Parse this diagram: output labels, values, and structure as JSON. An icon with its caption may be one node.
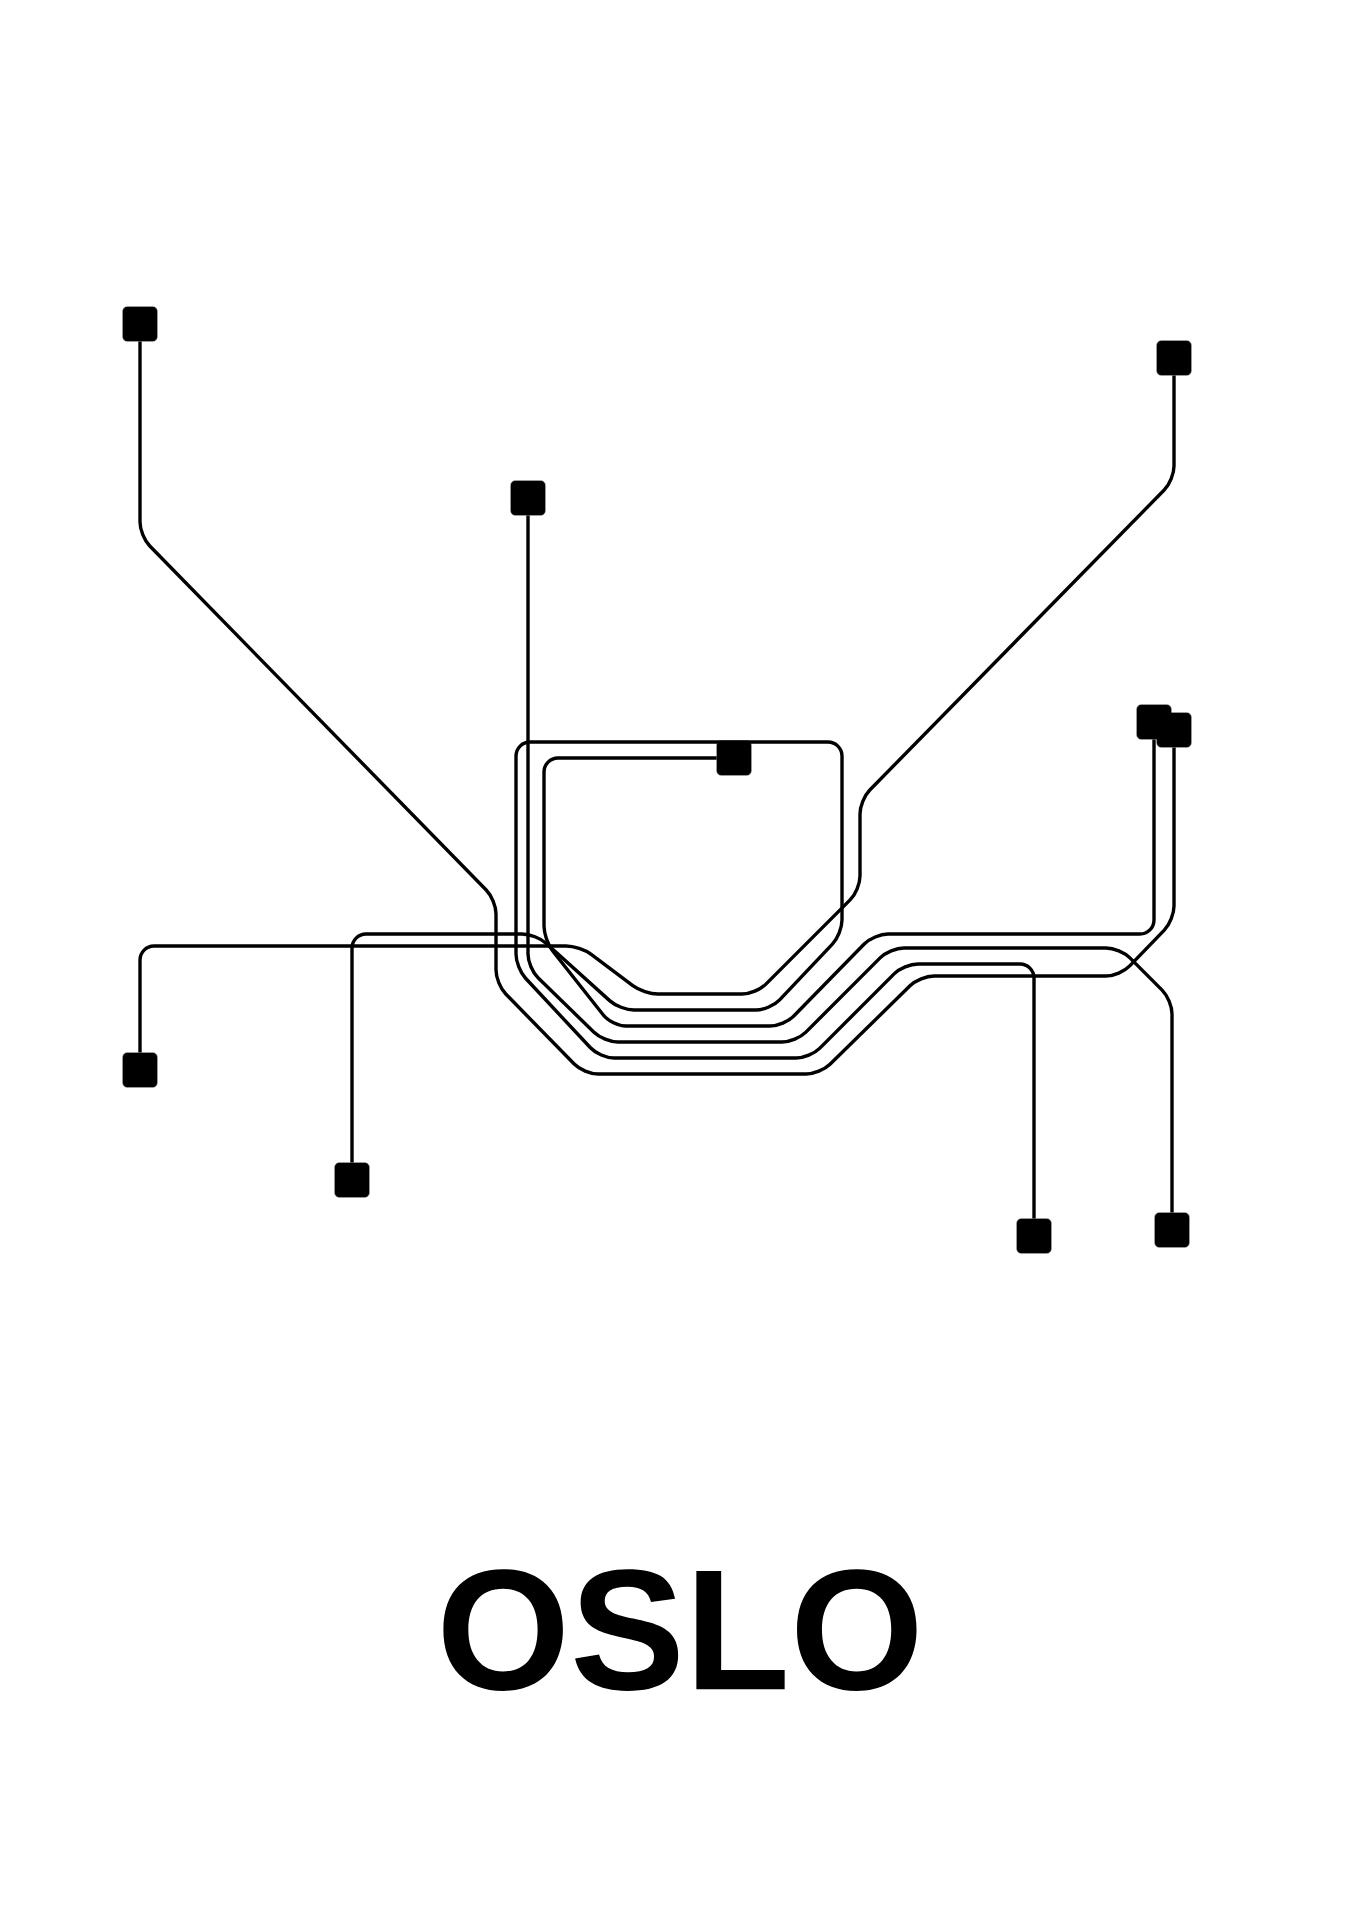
{
  "diagram": {
    "title": "OSLO",
    "nodes": [
      {
        "text": [],
        "shape": "box"
      },
      {
        "text": [],
        "shape": "box"
      },
      {
        "text": [],
        "shape": "box"
      },
      {
        "text": [],
        "shape": "box"
      },
      {
        "text": [],
        "shape": "box"
      },
      {
        "text": [],
        "shape": "box"
      },
      {
        "text": [],
        "shape": "box"
      },
      {
        "text": [],
        "shape": "box"
      },
      {
        "text": [],
        "shape": "box"
      },
      {
        "text": [],
        "shape": "box"
      }
    ],
    "edges": [
      {
        "from": 0,
        "to": 5,
        "arrow": "none"
      },
      {
        "from": 1,
        "to": 9,
        "arrow": "none"
      },
      {
        "from": 3,
        "to": 4,
        "arrow": "none"
      },
      {
        "from": 7,
        "to": 8,
        "arrow": "none"
      },
      {
        "from": 6,
        "to": 2,
        "arrow": "none"
      }
    ]
  }
}
